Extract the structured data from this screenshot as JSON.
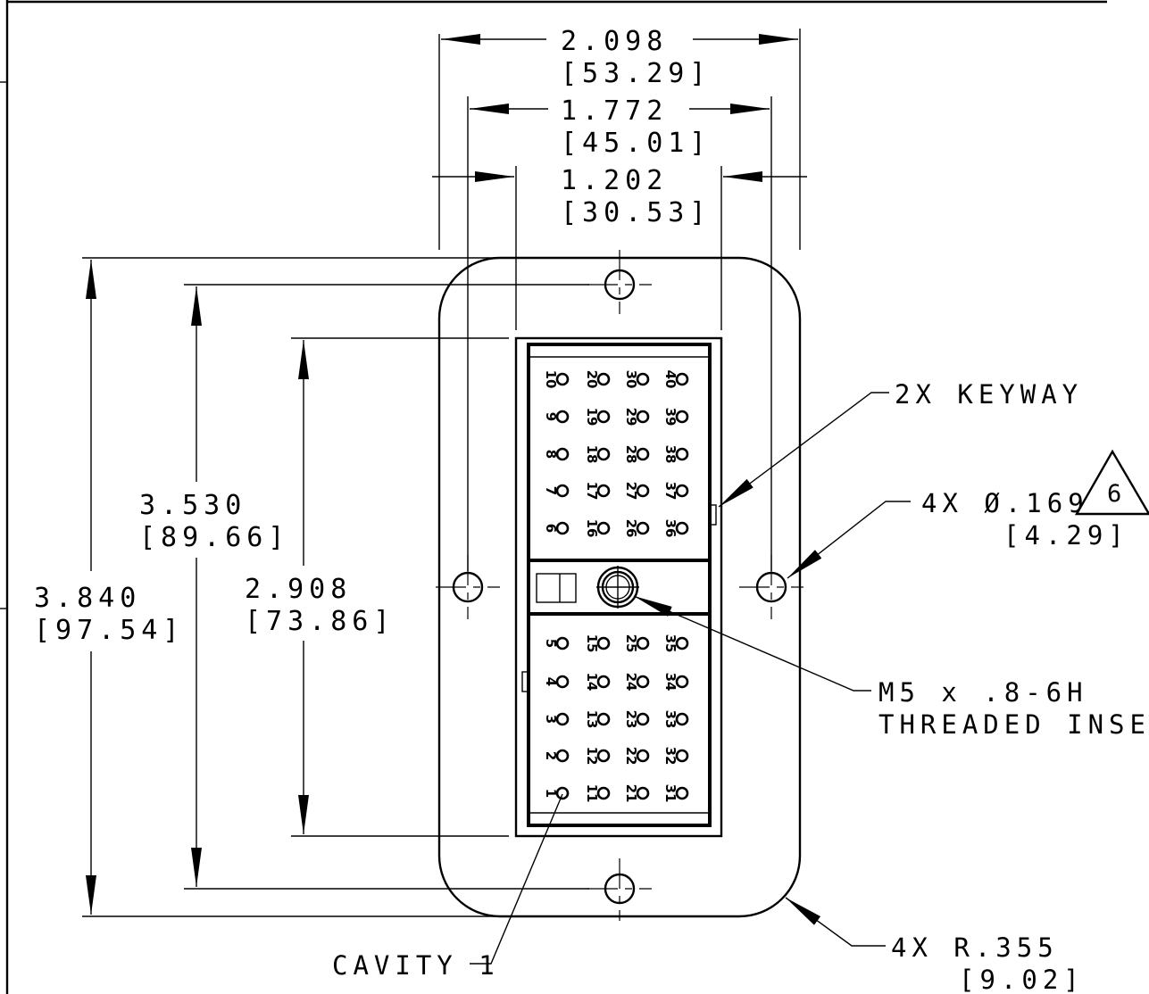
{
  "dimensions": {
    "overall_width": {
      "inch": "2.098",
      "mm": "[53.29]"
    },
    "hole_spacing_width": {
      "inch": "1.772",
      "mm": "[45.01]"
    },
    "insert_width": {
      "inch": "1.202",
      "mm": "[30.53]"
    },
    "overall_height": {
      "inch": "3.840",
      "mm": "[97.54]"
    },
    "hole_spacing_height": {
      "inch": "3.530",
      "mm": "[89.66]"
    },
    "insert_height": {
      "inch": "2.908",
      "mm": "[73.86]"
    }
  },
  "callouts": {
    "keyway": "2X KEYWAY",
    "hole": {
      "text": "4X Ø.169",
      "mm": "[4.29]",
      "note_flag": "6"
    },
    "threaded_insert": {
      "line1": "M5 x .8-6H",
      "line2": "THREADED INSERT"
    },
    "cavity": "CAVITY 1",
    "corner_radius": {
      "text": "4X R.355",
      "mm": "[9.02]"
    }
  },
  "cavities": {
    "upper_rows": [
      [
        "10",
        "20",
        "30",
        "40"
      ],
      [
        "9",
        "19",
        "29",
        "39"
      ],
      [
        "8",
        "18",
        "28",
        "38"
      ],
      [
        "7",
        "17",
        "27",
        "37"
      ],
      [
        "6",
        "16",
        "26",
        "36"
      ]
    ],
    "lower_rows": [
      [
        "5",
        "15",
        "25",
        "35"
      ],
      [
        "4",
        "14",
        "24",
        "34"
      ],
      [
        "3",
        "13",
        "23",
        "33"
      ],
      [
        "2",
        "12",
        "22",
        "32"
      ],
      [
        "1",
        "11",
        "21",
        "31"
      ]
    ]
  }
}
